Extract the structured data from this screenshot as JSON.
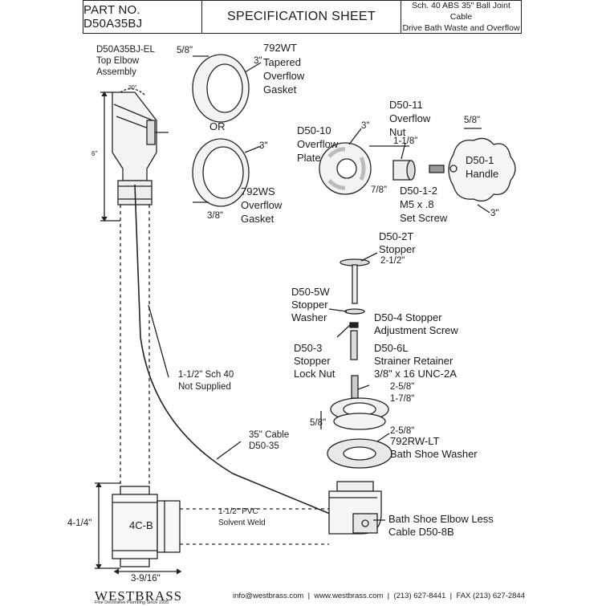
{
  "header": {
    "part_no": "PART NO.  D50A35BJ",
    "title": "SPECIFICATION SHEET",
    "desc_line1": "Sch. 40 ABS 35\" Ball Joint Cable",
    "desc_line2": "Drive Bath Waste and Overflow"
  },
  "labels": {
    "elbow_code": "D50A35BJ-EL",
    "elbow_name1": "Top Elbow",
    "elbow_name2": "Assembly",
    "angle": "30°",
    "six_in": "6\"",
    "dim_58_wt": "5/8\"",
    "wt_code": "792WT",
    "wt_name1": "Tapered",
    "wt_name2": "Overflow",
    "wt_name3": "Gasket",
    "three_in_a": "3\"",
    "or": "OR",
    "three_in_b": "3\"",
    "ws_code": "792WS",
    "ws_name1": "Overflow",
    "ws_name2": "Gasket",
    "dim_38_ws": "3/8\"",
    "plate_code": "D50-10",
    "plate_name1": "Overflow",
    "plate_name2": "Plate",
    "three_in_c": "3\"",
    "nut_code": "D50-11",
    "nut_name1": "Overflow",
    "nut_name2": "Nut",
    "dim_118": "1-1/8\"",
    "dim_78": "7/8\"",
    "dim_58_handle": "5/8\"",
    "handle_code": "D50-1",
    "handle_name": "Handle",
    "screw_code": "D50-1-2",
    "screw_spec": "M5 x .8",
    "screw_name": "Set Screw",
    "three_in_d": "3\"",
    "stopper_code": "D50-2T",
    "stopper_name": "Stopper",
    "stopper_size": "2-1/2\"",
    "washer_code": "D50-5W",
    "washer_name1": "Stopper",
    "washer_name2": "Washer",
    "adj_code": "D50-4 Stopper",
    "adj_name": "Adjustment Screw",
    "lock_code": "D50-3",
    "lock_name1": "Stopper",
    "lock_name2": "Lock Nut",
    "retainer_code": "D50-6L",
    "retainer_name": "Strainer Retainer",
    "retainer_spec": "3/8\" x 16 UNC-2A",
    "dim_258_a": "2-5/8\"",
    "dim_178": "1-7/8\"",
    "dim_58_strainer": "5/8\"",
    "dim_258_b": "2-5/8\"",
    "shoe_washer_code": "792RW-LT",
    "shoe_washer_name": "Bath Shoe Washer",
    "pipe_note1": "1-1/2\" Sch 40",
    "pipe_note2": "Not Supplied",
    "cable_len": "35\" Cable",
    "cable_code": "D50-35",
    "pvc_note1": "1-1/2\" PVC",
    "pvc_note2": "Solvent Weld",
    "tee_code": "4C-B",
    "dim_414": "4-1/4\"",
    "dim_3916": "3-9/16\"",
    "shoe_name1": "Bath Shoe Elbow Less",
    "shoe_name2": "Cable D50-8B"
  },
  "footer": {
    "brand": "WESTBRASS",
    "tagline": "Fine Decorative Plumbing Since 1935",
    "email": "info@westbrass.com",
    "web": "www.westbrass.com",
    "phone": "(213) 627-8441",
    "fax": "FAX (213) 627-2844"
  }
}
